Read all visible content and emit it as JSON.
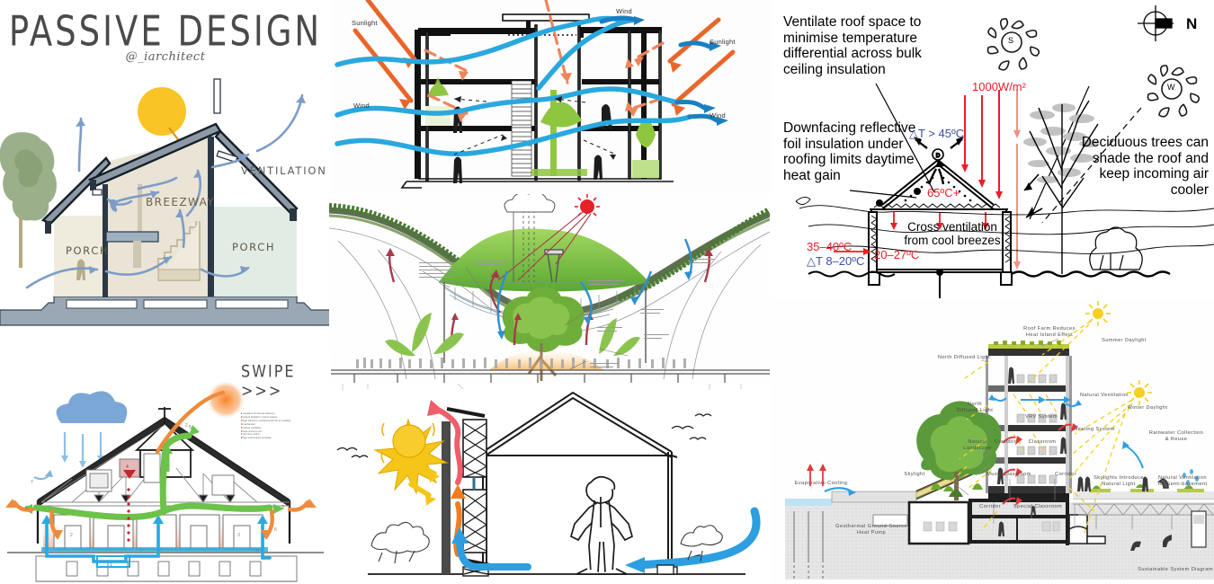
{
  "collage": {
    "description": "Six-panel architectural passive design collage",
    "background": "#ffffff"
  },
  "panel_passive_design": {
    "title": "PASSIVE DESIGN",
    "handle": "@_iarchitect",
    "labels": {
      "ventilation": "VENTILATION",
      "breezeway": "BREEZWAY",
      "porch_left": "PORCH",
      "porch_right": "PORCH"
    },
    "colors": {
      "sun": "#f9c425",
      "sun_ray": "#e0901f",
      "airflow": "#7e9cc7",
      "tree": "#9bb08a",
      "wall_fill": "#e9e4d5",
      "roof": "#8e99a6",
      "ground": "#9aa7b4",
      "text": "#4a4a4a"
    }
  },
  "panel_multistorey_section": {
    "labels": {
      "sunlight_left": "Sunlight",
      "sunlight_right": "Sunlight",
      "wind_top_right": "Wind",
      "wind_left": "Wind",
      "wind_right": "Wind"
    },
    "colors": {
      "sunlight_arrow": "#e8662a",
      "wind_stream": "#29a8df",
      "wind_stream_dark": "#1a7fc1",
      "vegetation": "#8fc63f",
      "structure": "#1a1a1a"
    }
  },
  "panel_roof_ventilation": {
    "annotations": {
      "ventilate_roof": "Ventilate roof space to minimise temperature differential across bulk ceiling insulation",
      "downfacing_foil": "Downfacing reflective foil insulation under roofing limits daytime heat gain",
      "deciduous_trees": "Deciduous trees can shade the roof and keep incoming air cooler",
      "cross_ventilation": "Cross ventilation\nfrom cool breezes"
    },
    "values": {
      "solar_irradiance": "1000W/m²",
      "roof_space_delta": "△T > 45ºC",
      "roof_surface_temp": "65ºC+",
      "outdoor_temp": "35–40ºC",
      "indoor_delta": "△T 8–20ºC",
      "indoor_temp": "20–27ºC"
    },
    "compass": {
      "north_label": "N"
    },
    "sun_markers": {
      "summer": "S",
      "winter": "W"
    },
    "colors": {
      "hot_red": "#ee1c25",
      "cool_blue": "#3b4fa0",
      "foliage_grey": "#bfbfbf",
      "ink": "#000000"
    }
  },
  "panel_green_dome": {
    "note": "Sectional perspective of a green mounded roof over a public hall",
    "colors": {
      "green_mound": "#7ec14a",
      "warm_air": "#a63a4a",
      "cool_air": "#2e8fd0",
      "sun": "#e8202a",
      "interior_warm": "#f0a63c"
    }
  },
  "panel_barn_section": {
    "swipe_prompt": "SWIPE >>>",
    "legend": [
      "insulation for thermal efficiency",
      "natural daylight to interior spaces",
      "high efficiency mechanical unit for air handling",
      "mechanical",
      "natural ventilation",
      "heat recovery unit",
      "rain flow control",
      "high performance envelope"
    ],
    "callout_numbers": [
      "1",
      "2",
      "3",
      "4",
      "5",
      "6",
      "7",
      "8"
    ],
    "colors": {
      "rain_cloud": "#7ba7d7",
      "rain_arrow": "#7fb3e0",
      "warm_orange": "#ef8b3c",
      "green_flow": "#6cc24a",
      "cool_blue": "#2aa9e0",
      "sun": "#f58220",
      "red_dot": "#c0272d"
    }
  },
  "panel_trombe_wall": {
    "colors": {
      "sun": "#f9cc2e",
      "sun_ray": "#f5c518",
      "hot_exhaust": "#ef5e6a",
      "warm_rise": "#f07d22",
      "cool_intake": "#2d9ee0",
      "wall": "#4a4a4a",
      "ink": "#1a1a1a"
    }
  },
  "panel_sustainable_system": {
    "caption": "Sustainable  System  Diagram",
    "labels": [
      "Roof Farm Reduces\nHeat Island Effect",
      "Summer Daylight",
      "North Diffused Light",
      "Natural Ventilation",
      "North\nDiffused Light",
      "Winter Daylight",
      "VRV System",
      "Heating System",
      "Rainwater Collection\n& Reuse",
      "Natural\nLandscape",
      "Corridor",
      "Classroom",
      "Skylight",
      "Music Classroom",
      "Corridor",
      "Skylights Introduce\nNatural Light",
      "Natural Ventilation\nfor Semi-basement",
      "Corridor",
      "Special Classroom",
      "Evaporative Cooling",
      "Geothermal Ground-Source\nHeat Pump"
    ],
    "colors": {
      "daylight": "#f5d020",
      "ventilation": "#2f9fe0",
      "heating": "#e03a3a",
      "roof_farm": "#b9cc3a",
      "structure": "#3a3a3a",
      "ground": "#d8d8d8",
      "text": "#4d4d4d"
    }
  }
}
